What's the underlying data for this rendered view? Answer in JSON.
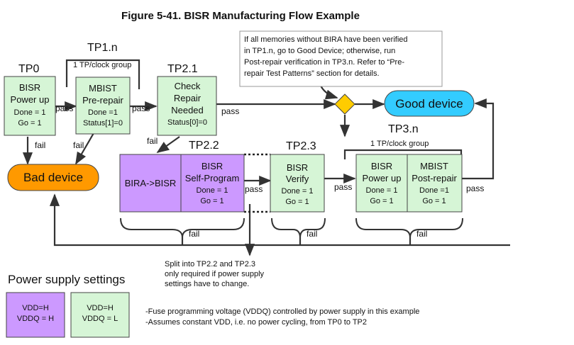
{
  "title": "Figure 5-41. BISR Manufacturing Flow Example",
  "colors": {
    "green_box": "#d6f5d6",
    "purple_box": "#cc99ff",
    "bad_device": "#ff9900",
    "good_device": "#33ccff",
    "decision": "#ffcc00",
    "line": "#333333"
  },
  "test_points": {
    "tp0": "TP0",
    "tp1n": "TP1.n",
    "tp21": "TP2.1",
    "tp22": "TP2.2",
    "tp23": "TP2.3",
    "tp3n": "TP3.n"
  },
  "clock_group_label": "1 TP/clock group",
  "boxes": {
    "bisr_power_up": [
      "BISR",
      "Power up",
      "Done = 1",
      "Go = 1"
    ],
    "mbist_pre_repair": [
      "MBIST",
      "Pre-repair",
      "Done =1",
      "Status[1]=0"
    ],
    "check_repair": [
      "Check",
      "Repair",
      "Needed",
      "Status[0]=0"
    ],
    "bira_bisr": "BIRA->BISR",
    "bisr_self_program": [
      "BISR",
      "Self-Program",
      "Done = 1",
      "Go = 1"
    ],
    "bisr_verify": [
      "BISR",
      "Verify",
      "Done = 1",
      "Go = 1"
    ],
    "bisr_power_up_3": [
      "BISR",
      "Power up",
      "Done = 1",
      "Go = 1"
    ],
    "mbist_post_repair": [
      "MBIST",
      "Post-repair",
      "Done =1",
      "Go = 1"
    ]
  },
  "terminals": {
    "bad_device": "Bad device",
    "good_device": "Good device"
  },
  "edge_labels": {
    "pass": "pass",
    "fail": "fail"
  },
  "note_top": [
    "If all memories without BIRA have been verified",
    "in TP1.n, go to Good Device; otherwise, run",
    "Post-repair verification in TP3.n. Refer to “Pre-",
    "repair Test Patterns” section for details."
  ],
  "note_split": [
    "Split into TP2.2 and TP2.3",
    "only required if power supply",
    "settings have to change."
  ],
  "legend": {
    "title": "Power supply settings",
    "purple": [
      "VDD=H",
      "VDDQ = H"
    ],
    "green": [
      "VDD=H",
      "VDDQ = L"
    ],
    "notes": [
      "-Fuse programming voltage (VDDQ) controlled by power supply in this example",
      "-Assumes constant VDD, i.e. no power cycling, from TP0 to TP2"
    ]
  }
}
